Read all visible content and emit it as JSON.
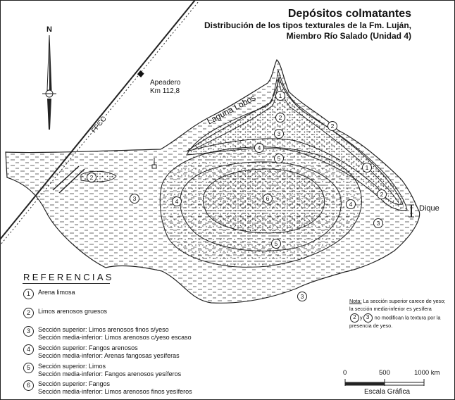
{
  "title": {
    "line1": "Depósitos colmatantes",
    "line2": "Distribución de los tipos texturales de la Fm. Luján,",
    "line3": "Miembro Río Salado (Unidad 4)"
  },
  "north_label": "N",
  "labels": {
    "station_name": "Apeadero",
    "station_km": "Km 112,8",
    "railway": "FFCC",
    "lagoon": "Laguna Lobos",
    "dam": "Dique"
  },
  "references": {
    "title": "REFERENCIAS",
    "items": [
      {
        "num": "1",
        "line1": "Arena limosa",
        "line2": ""
      },
      {
        "num": "2",
        "line1": "Limos arenosos gruesos",
        "line2": ""
      },
      {
        "num": "3",
        "line1": "Sección superior: Limos arenosos finos s/yeso",
        "line2": "Sección media-inferior: Limos arenosos c/yeso escaso"
      },
      {
        "num": "4",
        "line1": "Sección superior: Fangos arenosos",
        "line2": "Sección media-inferior: Arenas fangosas yesíferas"
      },
      {
        "num": "5",
        "line1": "Sección superior: Limos",
        "line2": "Sección media-inferior: Fangos arenosos yesíferos"
      },
      {
        "num": "6",
        "line1": "Sección superior: Fangos",
        "line2": "Sección media-inferior: Limos arenosos finos yesíferos"
      }
    ]
  },
  "note": {
    "label": "Nota:",
    "text1": " La sección superior carece de yeso;",
    "text2": "la sección media-inferior es yesífera",
    "num_a": "2",
    "conj": "y",
    "num_b": "3",
    "text3": " no modifican la textura por la",
    "text4": "presencia de yeso."
  },
  "scale": {
    "ticks": [
      "0",
      "500",
      "1000 km"
    ],
    "caption": "Escala Gráfica"
  },
  "map_numbers": [
    "1",
    "2",
    "3",
    "4",
    "5",
    "6"
  ]
}
